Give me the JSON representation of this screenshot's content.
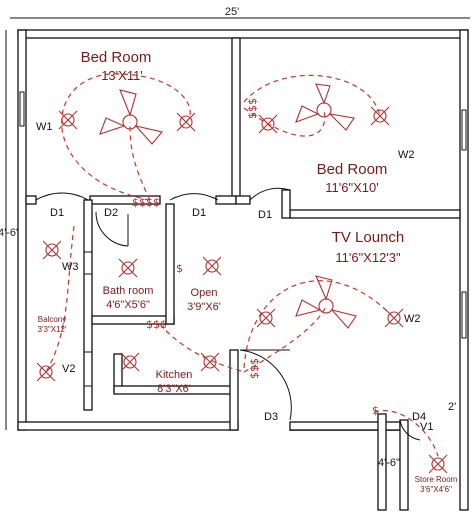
{
  "overall": {
    "width_label": "25'",
    "depth_label": "4'-6\""
  },
  "rooms": {
    "bedroom1": {
      "name": "Bed Room",
      "size": "13'X11'"
    },
    "bedroom2": {
      "name": "Bed Room",
      "size": "11'6\"X10'"
    },
    "tv_lounge": {
      "name": "TV Lounch",
      "size": "11'6\"X12'3\""
    },
    "bathroom": {
      "name": "Bath room",
      "size": "4'6\"X5'6\""
    },
    "open": {
      "name": "Open",
      "size": "3'9\"X6'"
    },
    "kitchen": {
      "name": "Kitchen",
      "size": "8'3\"X6'"
    },
    "balcony": {
      "name": "Balcony",
      "size": "3'3\"X12'"
    },
    "store_room": {
      "name": "Store Room",
      "size": "3'6\"X4'6\""
    }
  },
  "tags": {
    "w1": "W1",
    "w2_a": "W2",
    "w2_b": "W2",
    "w3": "W3",
    "v1": "V1",
    "v2": "V2",
    "d1_a": "D1",
    "d1_b": "D1",
    "d1_c": "D1",
    "d2": "D2",
    "d3": "D3",
    "d4": "D4",
    "store_w": "4'-6\"",
    "store_d": "2'"
  },
  "switches": {
    "bed1": "$$$$",
    "bed2": "$$$",
    "open": "$",
    "bath": "$$$",
    "tv": "$$$",
    "entry": "$"
  },
  "colors": {
    "fixture": "#b03030",
    "wiring": "#c0392b",
    "text": "#7a1a1a"
  }
}
